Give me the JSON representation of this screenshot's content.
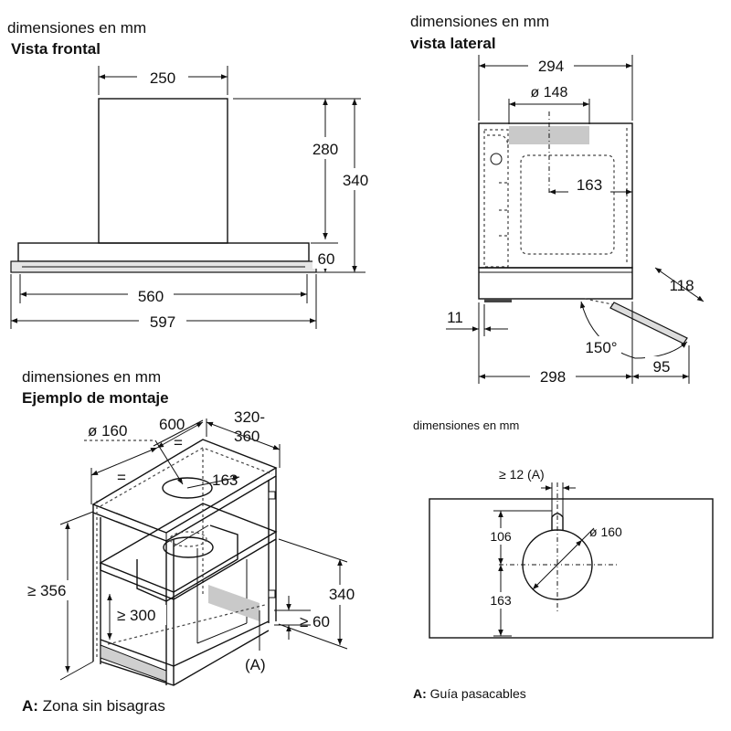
{
  "front": {
    "header": "dimensiones en mm",
    "title": "Vista frontal",
    "d250": "250",
    "d280": "280",
    "d340": "340",
    "d60": "60",
    "d560": "560",
    "d597": "597"
  },
  "side": {
    "header": "dimensiones en mm",
    "title": "vista lateral",
    "d294": "294",
    "d148": "ø 148",
    "d163": "163",
    "d118": "118",
    "d11": "11",
    "d150": "150°",
    "d298": "298",
    "d95": "95"
  },
  "mount": {
    "header": "dimensiones en mm",
    "title": "Ejemplo de montaje",
    "d160": "ø 160",
    "d600": "600",
    "d320": "320-",
    "d360": "360",
    "eq1": "=",
    "eq2": "=",
    "d163": "163",
    "d356": "≥ 356",
    "d300": "≥ 300",
    "d340": "340",
    "d60": "≥ 60",
    "labelA": "(A)",
    "footnote_key": "A:",
    "footnote_text": " Zona sin bisagras"
  },
  "cutout": {
    "header": "dimensiones en mm",
    "d12": "≥ 12 (A)",
    "d106": "106",
    "d163": "163",
    "d160": "ø 160",
    "footnote_key": "A:",
    "footnote_text": " Guía pasacables"
  }
}
